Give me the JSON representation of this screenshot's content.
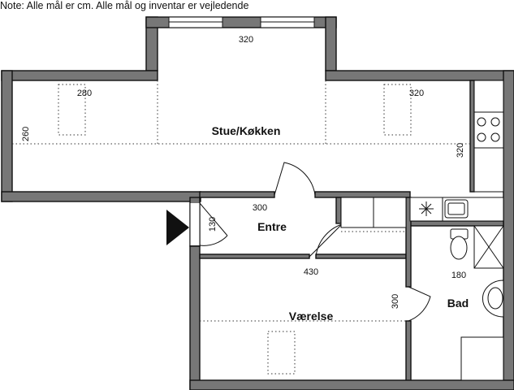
{
  "note": "Note: Alle mål er cm. Alle mål og inventar er vejledende",
  "rooms": {
    "living": "Stue/Køkken",
    "entrance": "Entre",
    "bedroom": "Værelse",
    "bathroom": "Bad"
  },
  "dimensions": {
    "living_top": "320",
    "living_left": "280",
    "living_right": "320",
    "living_height_left": "260",
    "living_height_right": "320",
    "entrance_width": "300",
    "entrance_door": "130",
    "bedroom_width": "430",
    "bedroom_height": "300",
    "bathroom_width": "180"
  }
}
